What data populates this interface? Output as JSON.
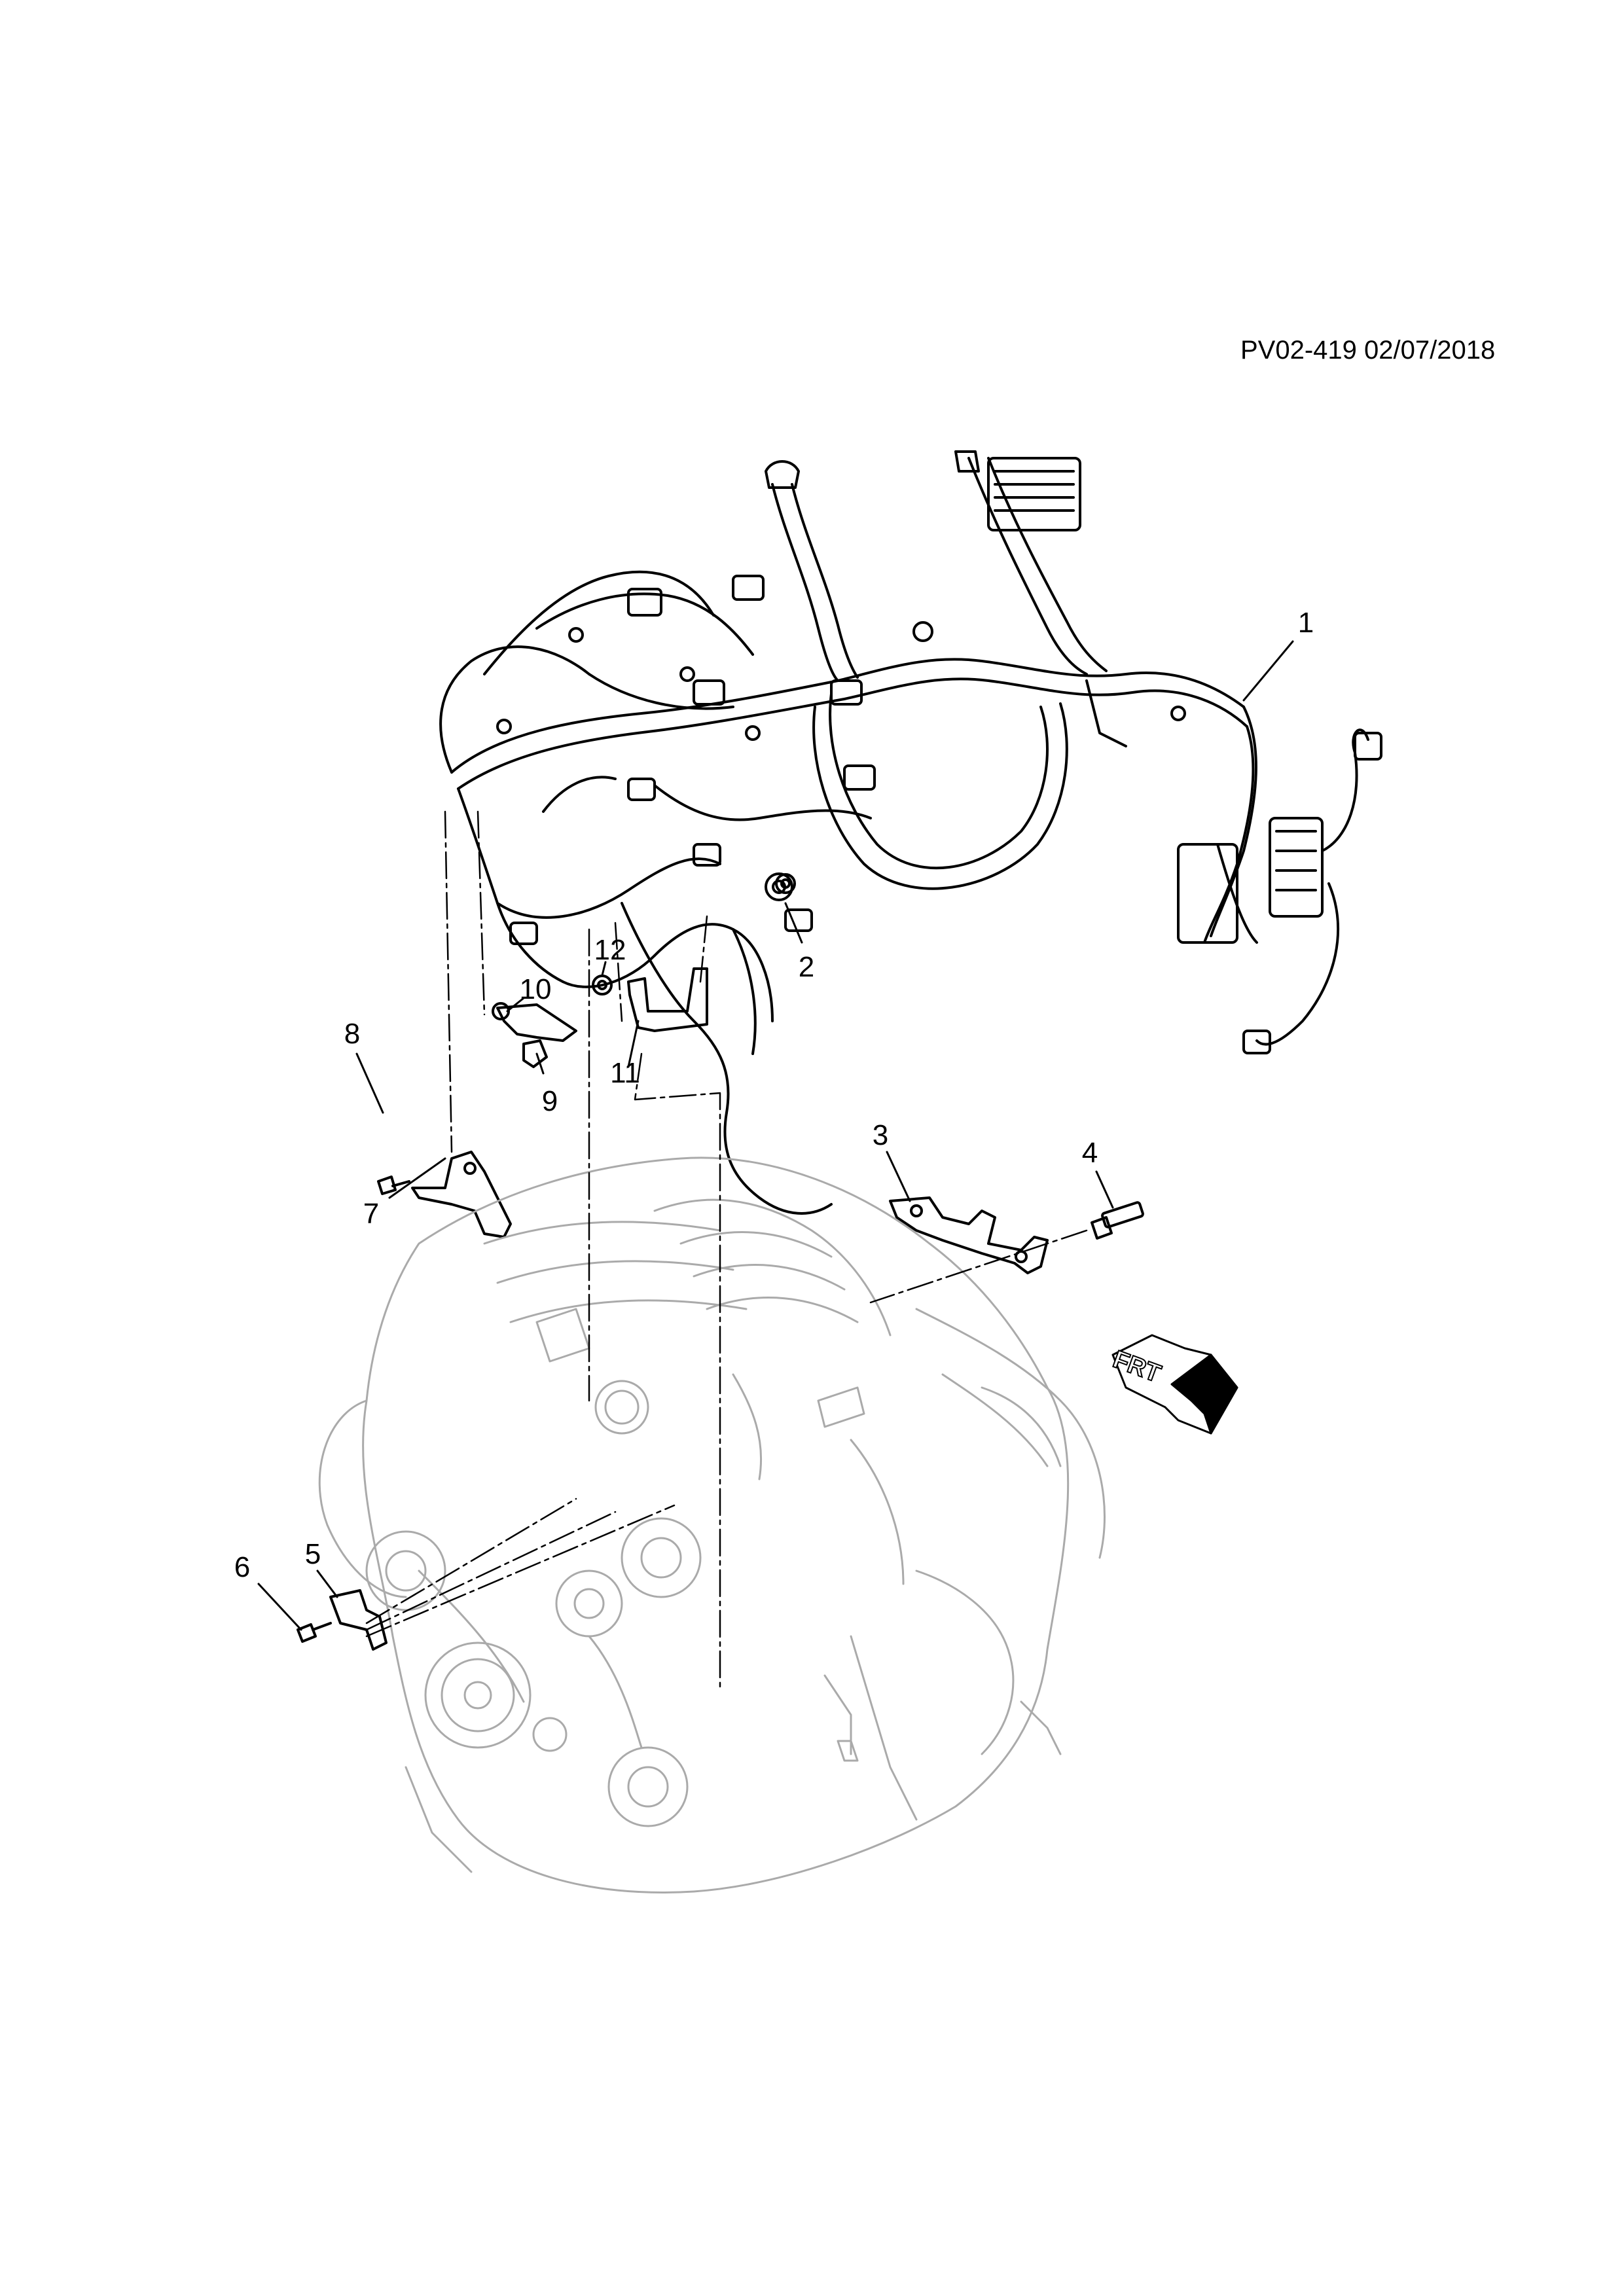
{
  "reference": "PV02-419 02/07/2018",
  "front_indicator": "FRT",
  "callouts": [
    {
      "id": "1",
      "label": "1"
    },
    {
      "id": "2",
      "label": "2"
    },
    {
      "id": "3",
      "label": "3"
    },
    {
      "id": "4",
      "label": "4"
    },
    {
      "id": "5",
      "label": "5"
    },
    {
      "id": "6",
      "label": "6"
    },
    {
      "id": "7",
      "label": "7"
    },
    {
      "id": "8",
      "label": "8"
    },
    {
      "id": "9",
      "label": "9"
    },
    {
      "id": "10",
      "label": "10"
    },
    {
      "id": "11",
      "label": "11"
    },
    {
      "id": "12",
      "label": "12"
    }
  ]
}
